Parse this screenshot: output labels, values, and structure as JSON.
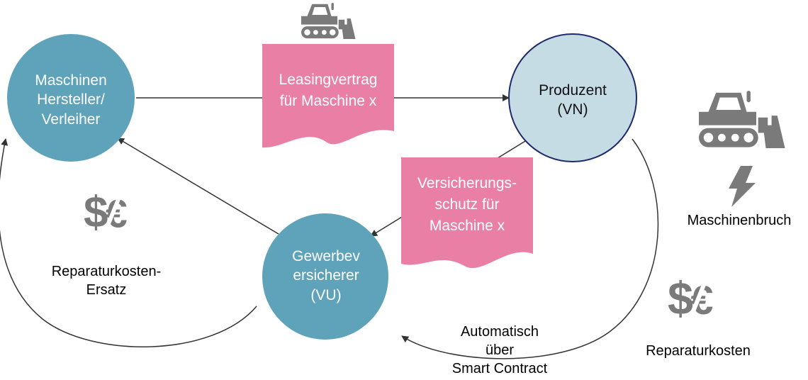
{
  "nodes": {
    "hersteller": {
      "lines": [
        "Maschinen",
        "Hersteller/",
        "Verleiher"
      ],
      "color": "#5fa3ba"
    },
    "produzent": {
      "lines": [
        "Produzent",
        "(VN)"
      ],
      "color": "#c5dce4",
      "border": "#1f2a6b"
    },
    "versicherer": {
      "lines": [
        "Gewerbev",
        "ersicherer",
        "(VU)"
      ],
      "color": "#5fa3ba"
    }
  },
  "documents": {
    "leasing": {
      "lines": [
        "Leasingvertrag",
        "für Maschine x"
      ],
      "color": "#ea7fa6"
    },
    "versicherung": {
      "lines": [
        "Versicherungs-",
        "schutz für",
        "Maschine x"
      ],
      "color": "#ea7fa6"
    }
  },
  "labels": {
    "reparatur_ersatz": [
      "Reparaturkosten-",
      "Ersatz"
    ],
    "automatisch": [
      "Automatisch",
      "über",
      "Smart Contract"
    ],
    "maschinenbruch": "Maschinenbruch",
    "reparaturkosten": "Reparaturkosten"
  },
  "icons": {
    "small_bulldozer": "bulldozer-icon",
    "large_bulldozer": "bulldozer-icon",
    "lightning": "lightning-icon",
    "currency_left": "dollar-euro-icon",
    "currency_right": "dollar-euro-icon"
  },
  "colors": {
    "icon_gray": "#7a7a7a",
    "line": "#333333"
  }
}
